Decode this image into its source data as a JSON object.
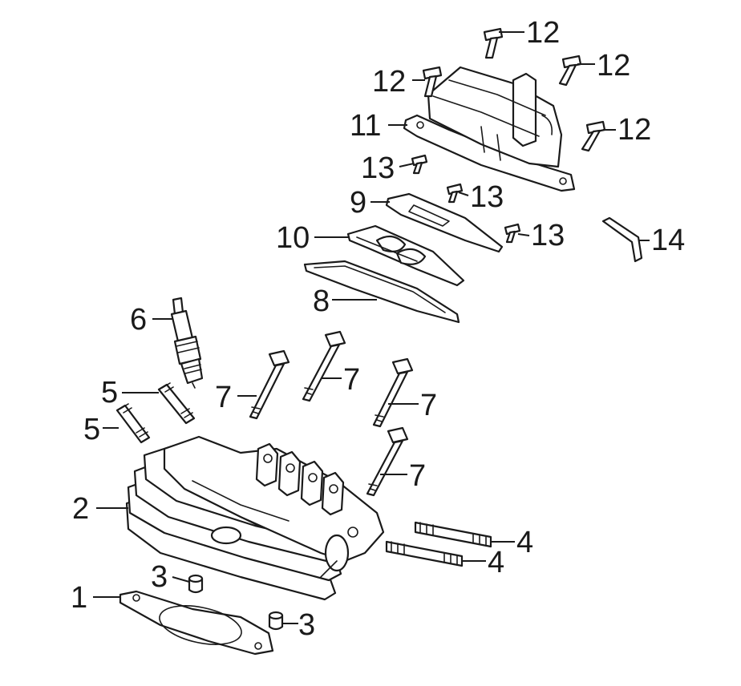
{
  "callouts": [
    {
      "id": "c1",
      "label": "1"
    },
    {
      "id": "c2",
      "label": "2"
    },
    {
      "id": "c3a",
      "label": "3"
    },
    {
      "id": "c3b",
      "label": "3"
    },
    {
      "id": "c4a",
      "label": "4"
    },
    {
      "id": "c4b",
      "label": "4"
    },
    {
      "id": "c5a",
      "label": "5"
    },
    {
      "id": "c5b",
      "label": "5"
    },
    {
      "id": "c6",
      "label": "6"
    },
    {
      "id": "c7a",
      "label": "7"
    },
    {
      "id": "c7b",
      "label": "7"
    },
    {
      "id": "c7c",
      "label": "7"
    },
    {
      "id": "c7d",
      "label": "7"
    },
    {
      "id": "c8",
      "label": "8"
    },
    {
      "id": "c9",
      "label": "9"
    },
    {
      "id": "c10",
      "label": "10"
    },
    {
      "id": "c11",
      "label": "11"
    },
    {
      "id": "c12a",
      "label": "12"
    },
    {
      "id": "c12b",
      "label": "12"
    },
    {
      "id": "c12c",
      "label": "12"
    },
    {
      "id": "c12d",
      "label": "12"
    },
    {
      "id": "c13a",
      "label": "13"
    },
    {
      "id": "c13b",
      "label": "13"
    },
    {
      "id": "c13c",
      "label": "13"
    },
    {
      "id": "c14",
      "label": "14"
    }
  ]
}
